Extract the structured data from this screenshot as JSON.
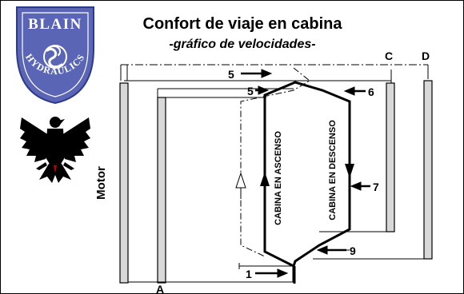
{
  "title": "Confort de viaje en cabina",
  "subtitle": "-gráfico de velocidades-",
  "logo": {
    "top_text": "BLAIN",
    "bottom_text": "HYDRAULICS",
    "color": "#5a66b5"
  },
  "emblem": {
    "icon": "eagle-icon"
  },
  "labels": {
    "motor": "Motor",
    "ascending": "CABINA EN ASCENSO",
    "descending": "CABINA EN DESCENSO"
  },
  "markers": {
    "a": "A",
    "c": "C",
    "d": "D",
    "m1": "1",
    "m5_top": "5",
    "m5_lower": "5",
    "m6": "6",
    "m7": "7",
    "m9": "9"
  }
}
